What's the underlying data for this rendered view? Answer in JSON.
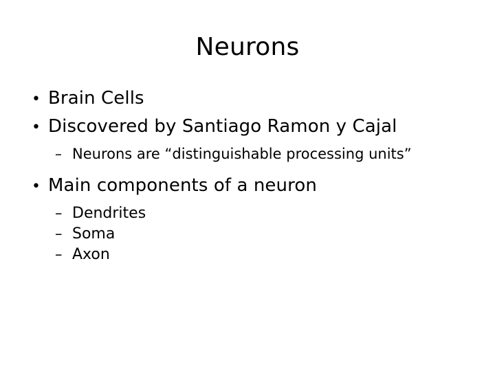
{
  "slide": {
    "title": "Neurons",
    "background_color": "#FFFFFF",
    "text_color": "#000000",
    "bullet_marker": "•",
    "subbullet_marker": "–",
    "content": [
      {
        "level": 1,
        "marker": "•",
        "text": "Brain Cells"
      },
      {
        "level": 1,
        "marker": "•",
        "text": "Discovered by Santiago Ramon y Cajal"
      },
      {
        "level": 2,
        "marker": "–",
        "text": "Neurons are “distinguishable processing units”"
      },
      {
        "level": 1,
        "marker": "•",
        "text": "Main components of a neuron"
      },
      {
        "level": 2,
        "marker": "–",
        "text": "Dendrites"
      },
      {
        "level": 2,
        "marker": "–",
        "text": "Soma"
      },
      {
        "level": 2,
        "marker": "–",
        "text": "Axon"
      }
    ]
  }
}
